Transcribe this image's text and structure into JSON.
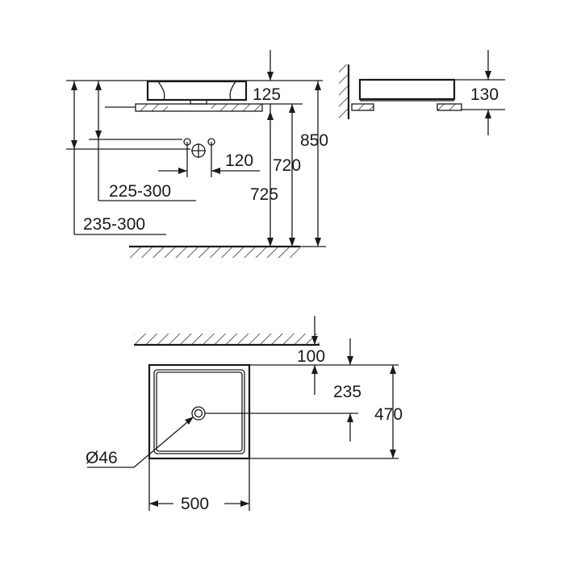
{
  "side_view": {
    "d_125": "125",
    "d_850": "850",
    "d_720": "720",
    "d_120": "120",
    "d_725": "725",
    "d_225_300": "225-300",
    "d_235_300": "235-300"
  },
  "right_view": {
    "d_130": "130"
  },
  "top_view": {
    "d_100": "100",
    "d_235": "235",
    "d_470": "470",
    "d_46": "Ø46",
    "d_500": "500"
  }
}
